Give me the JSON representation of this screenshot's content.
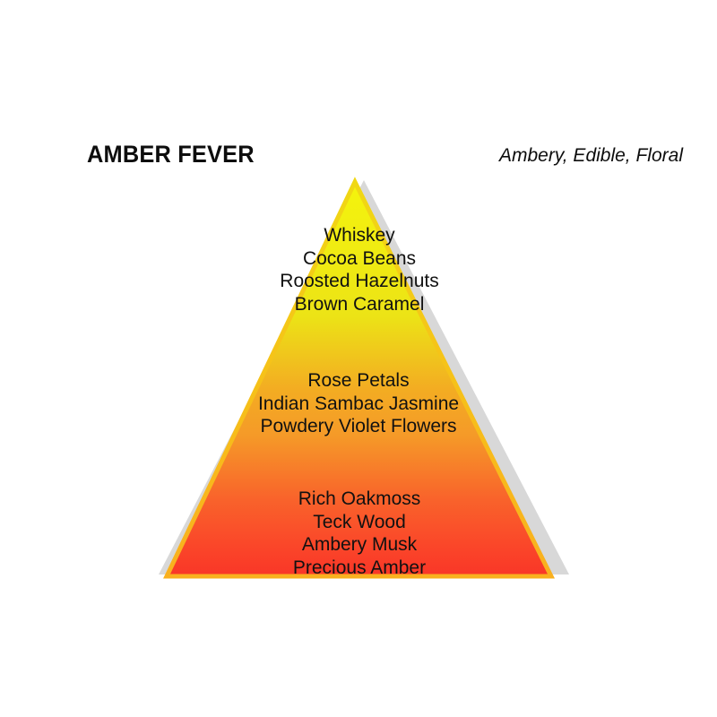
{
  "header": {
    "title": "AMBER FEVER",
    "families": "Ambery, Edible, Floral"
  },
  "pyramid": {
    "top_notes": {
      "name": "top-notes",
      "lines": [
        "Whiskey",
        "Cocoa Beans",
        "Roosted Hazelnuts",
        "Brown Caramel"
      ]
    },
    "middle_notes": {
      "name": "middle-notes",
      "lines": [
        "Rose Petals",
        "Indian Sambac Jasmine",
        "Powdery Violet Flowers"
      ]
    },
    "base_notes": {
      "name": "base-notes",
      "lines": [
        "Rich Oakmoss",
        "Teck Wood",
        "Ambery Musk",
        "Precious Amber"
      ]
    }
  },
  "colors": {
    "background": "#ffffff",
    "text": "#0d0d0d",
    "gradient_top": "#f2f20a",
    "gradient_upper": "#ece316",
    "gradient_mid": "#f59a28",
    "gradient_lower": "#fa5c2c",
    "gradient_bottom": "#f93a28",
    "stroke": "#f5c518",
    "shadow": "#d8d8d8"
  }
}
